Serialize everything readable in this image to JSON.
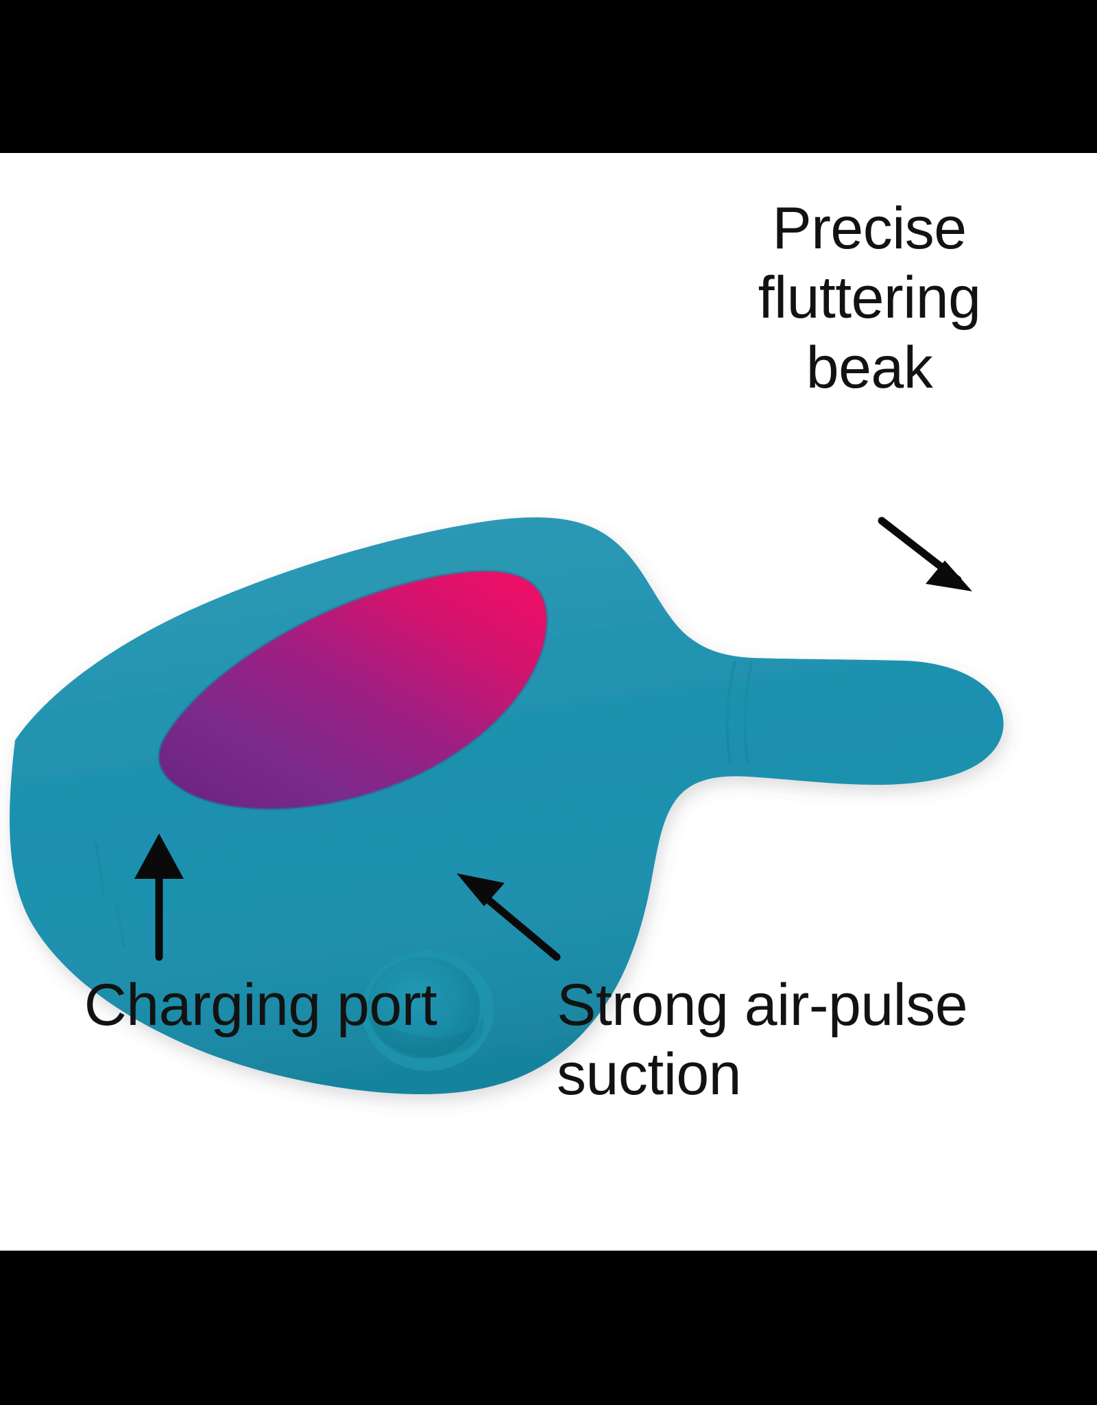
{
  "media": {
    "background_color": "#000000",
    "canvas_color": "#ffffff",
    "letterbox_top_height": 223,
    "letterbox_bottom_height": 225
  },
  "product": {
    "body_color": "#1b90ae",
    "body_shadow_color": "#16788f",
    "accent_gradient_start": "#7a2a8c",
    "accent_gradient_end": "#e2126d",
    "suction_hole_color": "#168499",
    "text_color": "#121212"
  },
  "annotations": [
    {
      "id": "beak",
      "label": "Precise\nfluttering\nbeak",
      "lines": [
        "Precise",
        "fluttering",
        "beak"
      ],
      "arrow": "arrow-down-right-icon"
    },
    {
      "id": "charging-port",
      "label": "Charging port",
      "lines": [
        "Charging port"
      ],
      "arrow": "arrow-up-icon"
    },
    {
      "id": "air-pulse-suction",
      "label": "Strong air-pulse\nsuction",
      "lines": [
        "Strong air-pulse",
        "suction"
      ],
      "arrow": "arrow-up-left-icon"
    }
  ]
}
